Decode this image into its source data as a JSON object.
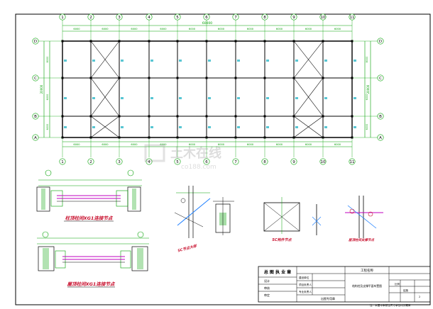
{
  "colors": {
    "background": "#ffffff",
    "frame": "#000000",
    "axis": "#00a000",
    "structure": "#000000",
    "bracing": "#c000c0",
    "accent": "#2080ff",
    "red": "#c8102e",
    "title_block_text": "#000000"
  },
  "plan": {
    "top_axis_numbers": [
      "1",
      "2",
      "3",
      "4",
      "5",
      "6",
      "7",
      "8",
      "9",
      "10",
      "11"
    ],
    "bottom_axis_numbers": [
      "1",
      "2",
      "3",
      "4",
      "5",
      "6",
      "7",
      "8",
      "9",
      "10",
      "11"
    ],
    "row_letters": [
      "D",
      "C",
      "B",
      "A"
    ],
    "top_dimension_overall": "60000",
    "top_bay_dimensions": [
      "6000",
      "6000",
      "6000",
      "6000",
      "6000",
      "6000",
      "6000",
      "6000",
      "6000",
      "6000"
    ],
    "bottom_bay_dimensions": [
      "6000",
      "6000",
      "6000",
      "6000",
      "6000",
      "6000",
      "6000",
      "6000",
      "6000",
      "6000"
    ],
    "right_overall_dimension": "20000",
    "left_overall_dimension": "20000",
    "left_row_dimensions": [
      "8000",
      "6000",
      "6000"
    ],
    "right_row_dimensions": [
      "8000",
      "6000",
      "6000"
    ]
  },
  "details": {
    "detail1_title": "柱顶柱间XG1连接节点",
    "detail2_title": "屋顶柱间XG1连接节点",
    "detail3_title": "SC节点大样",
    "detail4_title": "SC构件节点",
    "detail5_title": "屋顶柱间支撑节点"
  },
  "title_block": {
    "company": "总 图 执 业 章",
    "project_label": "工程名称",
    "drawing_name": "结构柱及支撑平面布置图",
    "seal_label": "出图专用章",
    "design_label": "设计",
    "check_label": "审核",
    "approve_label": "审定",
    "owner_label": "建设单位",
    "project_leader": "项目负责人",
    "discipline_leader": "专业负责人",
    "scale_label": "比例",
    "drawing_no": "结施",
    "sheet_no": "2",
    "footer_note": "注：本图中未标注尺寸单位均为毫米"
  },
  "watermark": {
    "text_cn": "土木在线",
    "text_en": "co188.com"
  }
}
